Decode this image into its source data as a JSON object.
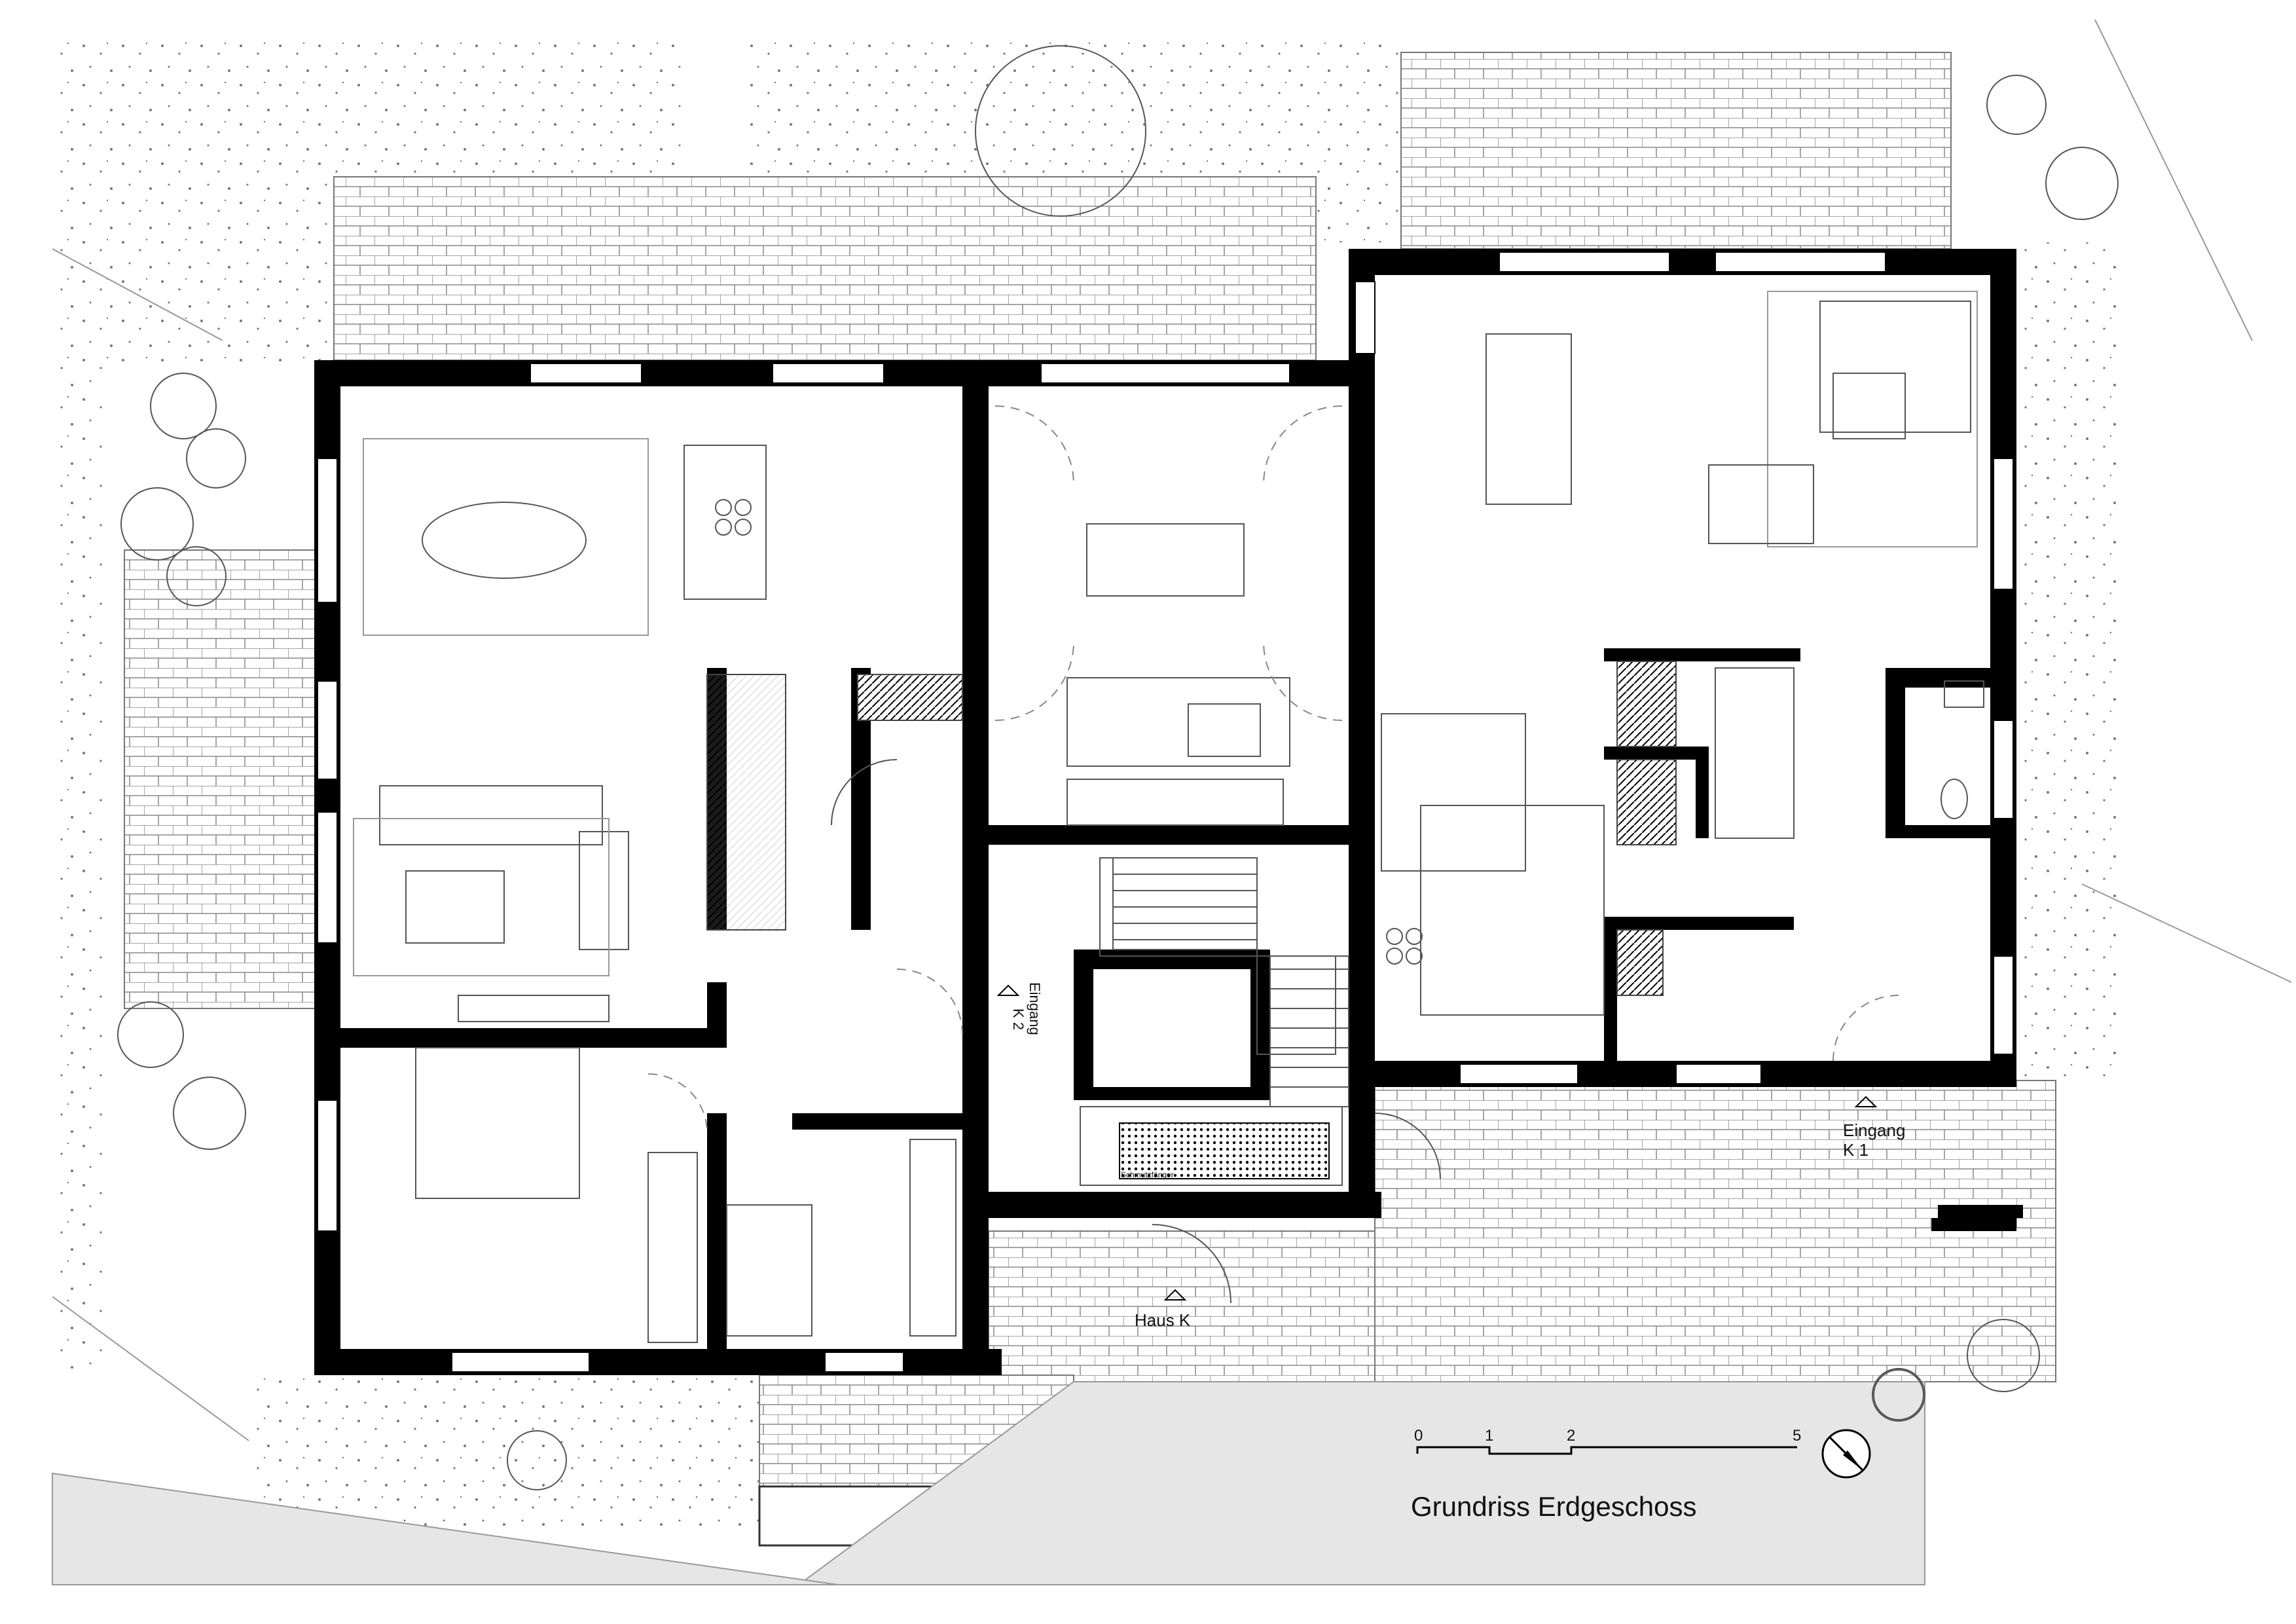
{
  "plan": {
    "title": "Grundriss Erdgeschoss",
    "entrances": {
      "k2_line1": "Eingang",
      "k2_line2": "K 2",
      "k1_line1": "Eingang",
      "k1_line2": "K 1",
      "haus": "Haus K"
    },
    "mat_label": "Schmutzfänger",
    "scale_bar": {
      "ticks": [
        "0",
        "1",
        "2",
        "5"
      ]
    },
    "north_arrow": "north-arrow-icon"
  }
}
